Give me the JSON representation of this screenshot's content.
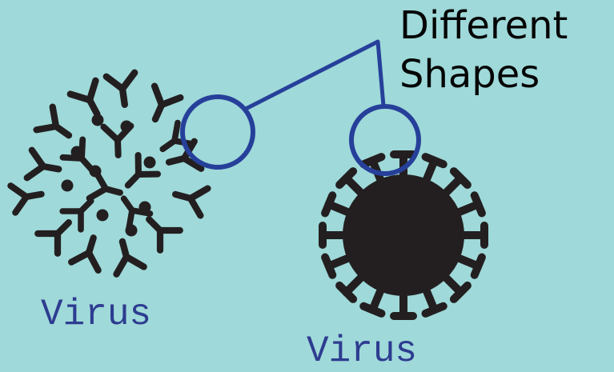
{
  "diagram": {
    "title_line_1": "Different",
    "title_line_2": "Shapes",
    "left_label": "Virus",
    "right_label": "Virus"
  },
  "colors": {
    "background": "#9fd9d9",
    "text": "#050505",
    "accent": "#26409a",
    "virus": "#231f20",
    "label": "#2d3c90"
  },
  "icons": {
    "left_virus": "cluster-virus-icon",
    "right_virus": "spiked-virus-icon"
  }
}
